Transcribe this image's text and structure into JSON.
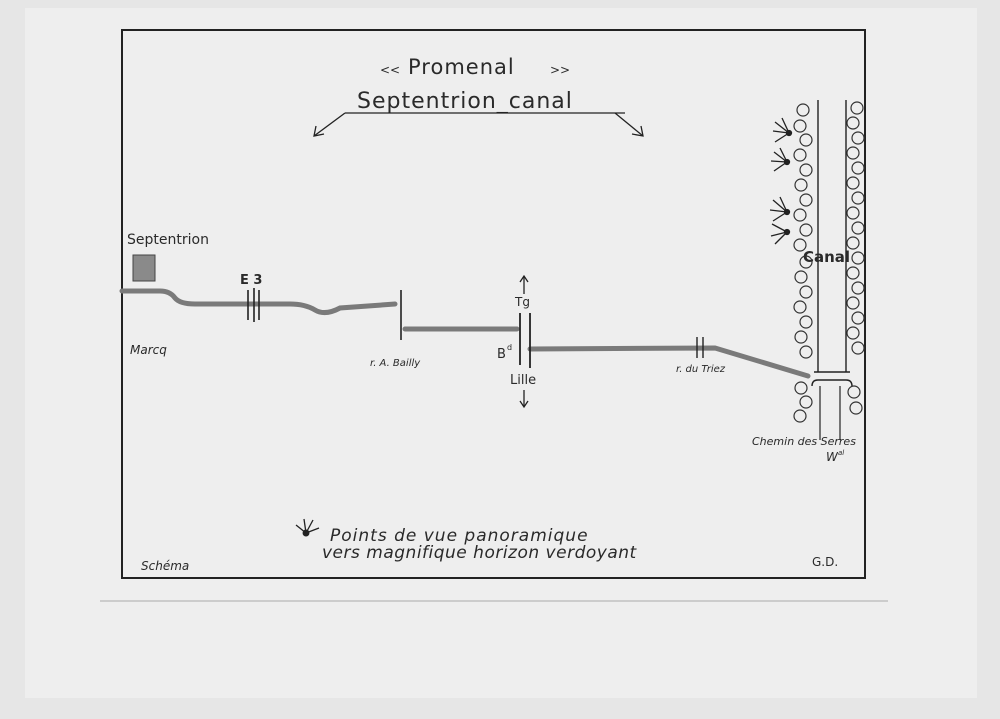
{
  "title": {
    "line1": "Promenal",
    "line1_open": "<<",
    "line1_close": ">>",
    "line2": "Septentrion_canal"
  },
  "places": {
    "septentrion": "Septentrion",
    "marcq": "Marcq",
    "canal": "Canal",
    "chemin": "Chemin des Serres",
    "wal": "W",
    "wal_sup": "al"
  },
  "roads": {
    "e3": "E 3",
    "bailly": "r. A. Bailly",
    "bd_b": "B",
    "bd_sup": "d",
    "tg": "Tg",
    "lille": "Lille",
    "triez": "r. du Triez"
  },
  "legend": {
    "line1": "Points de vue panoramique",
    "line2": "vers magnifique horizon verdoyant"
  },
  "footer": {
    "left": "Schéma",
    "right": "G.D."
  },
  "colors": {
    "paper": "#eeeeee",
    "ink": "#2a2a2a",
    "path": "#7a7a7a",
    "square": "#8a8a8a"
  }
}
